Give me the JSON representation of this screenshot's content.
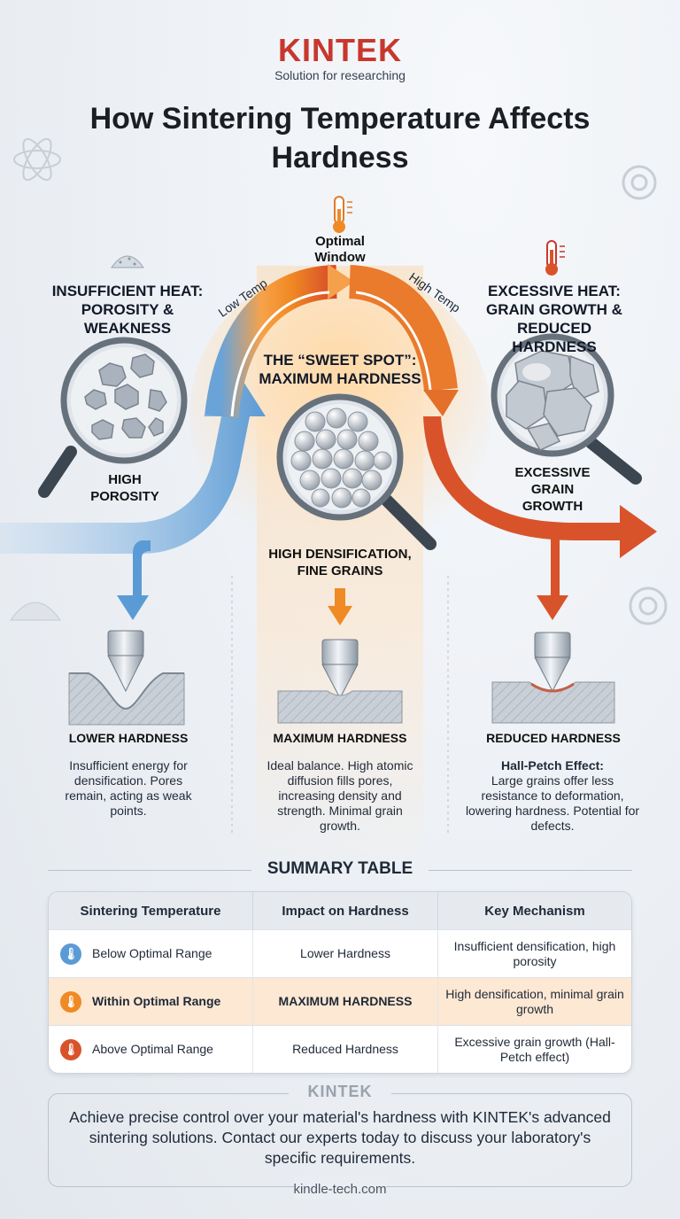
{
  "brand": {
    "name": "KINTEK",
    "tagline": "Solution for researching"
  },
  "title": "How Sintering Temperature Affects Hardness",
  "curve_labels": {
    "low": "Low Temp",
    "optimal": "Optimal Window",
    "high": "High Temp"
  },
  "zones": [
    {
      "header": "INSUFFICIENT HEAT: POROSITY & WEAKNESS",
      "micro_label": "HIGH POROSITY",
      "result": "LOWER HARDNESS",
      "description": "Insufficient energy for densification. Pores remain, acting as weak points.",
      "color": "#5b9bd5"
    },
    {
      "header": "THE “SWEET SPOT”: MAXIMUM HARDNESS",
      "micro_label": "HIGH DENSIFICATION, FINE GRAINS",
      "result": "MAXIMUM HARDNESS",
      "description": "Ideal balance. High atomic diffusion fills pores, increasing density and strength. Minimal grain growth.",
      "color": "#f08a24"
    },
    {
      "header": "EXCESSIVE HEAT: GRAIN GROWTH & REDUCED HARDNESS",
      "micro_label": "EXCESSIVE GRAIN GROWTH",
      "result": "REDUCED HARDNESS",
      "description_lead": "Hall-Petch Effect:",
      "description": "Large grains offer less resistance to deformation, lowering hardness. Potential for defects.",
      "color": "#d9532a"
    }
  ],
  "summary": {
    "title": "SUMMARY TABLE",
    "columns": [
      "Sintering Temperature",
      "Impact on Hardness",
      "Key Mechanism"
    ],
    "rows": [
      {
        "temp": "Below Optimal Range",
        "impact": "Lower Hardness",
        "mechanism": "Insufficient densification, high porosity",
        "color": "#5b9bd5"
      },
      {
        "temp": "Within Optimal Range",
        "impact": "MAXIMUM HARDNESS",
        "mechanism": "High densification, minimal grain growth",
        "color": "#f08a24"
      },
      {
        "temp": "Above Optimal Range",
        "impact": "Reduced Hardness",
        "mechanism": "Excessive grain growth (Hall-Petch effect)",
        "color": "#d9532a"
      }
    ]
  },
  "footer": {
    "brand": "KINTEK",
    "cta": "Achieve precise control over your material's hardness with KINTEK's advanced sintering solutions. Contact our experts today to discuss your laboratory's specific requirements.",
    "website": "kindle-tech.com"
  }
}
